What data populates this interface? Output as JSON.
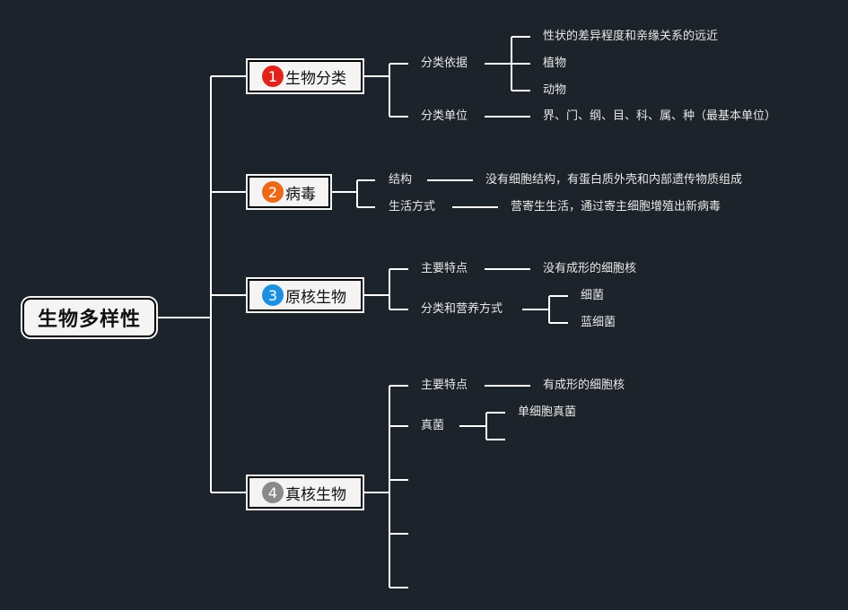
{
  "root": {
    "label": "生物多样性"
  },
  "branches": [
    {
      "number": "1",
      "label": "生物分类",
      "badge_color": "#e0241b",
      "children": [
        {
          "label": "分类依据",
          "children": [
            "性状的差异程度和亲缘关系的远近",
            "植物",
            "动物"
          ]
        },
        {
          "label": "分类单位",
          "children": [
            "界、门、纲、目、科、属、种（最基本单位）"
          ]
        }
      ]
    },
    {
      "number": "2",
      "label": "病毒",
      "badge_color": "#ea6a1a",
      "children": [
        {
          "label": "结构",
          "children": [
            "没有细胞结构，有蛋白质外壳和内部遗传物质组成"
          ]
        },
        {
          "label": "生活方式",
          "children": [
            "营寄生生活，通过寄主细胞增殖出新病毒"
          ]
        }
      ]
    },
    {
      "number": "3",
      "label": "原核生物",
      "badge_color": "#1d8fe0",
      "children": [
        {
          "label": "主要特点",
          "children": [
            "没有成形的细胞核"
          ]
        },
        {
          "label": "分类和营养方式",
          "children": [
            "细菌",
            "蓝细菌"
          ]
        }
      ]
    },
    {
      "number": "4",
      "label": "真核生物",
      "badge_color": "#8a8a8a",
      "children": [
        {
          "label": "主要特点",
          "children": [
            "有成形的细胞核"
          ]
        },
        {
          "label": "真菌",
          "children": [
            "单细胞真菌"
          ]
        }
      ]
    }
  ],
  "colors": {
    "background": "#1d232a",
    "line": "#ffffff",
    "node_fill": "#f4f4f4"
  }
}
